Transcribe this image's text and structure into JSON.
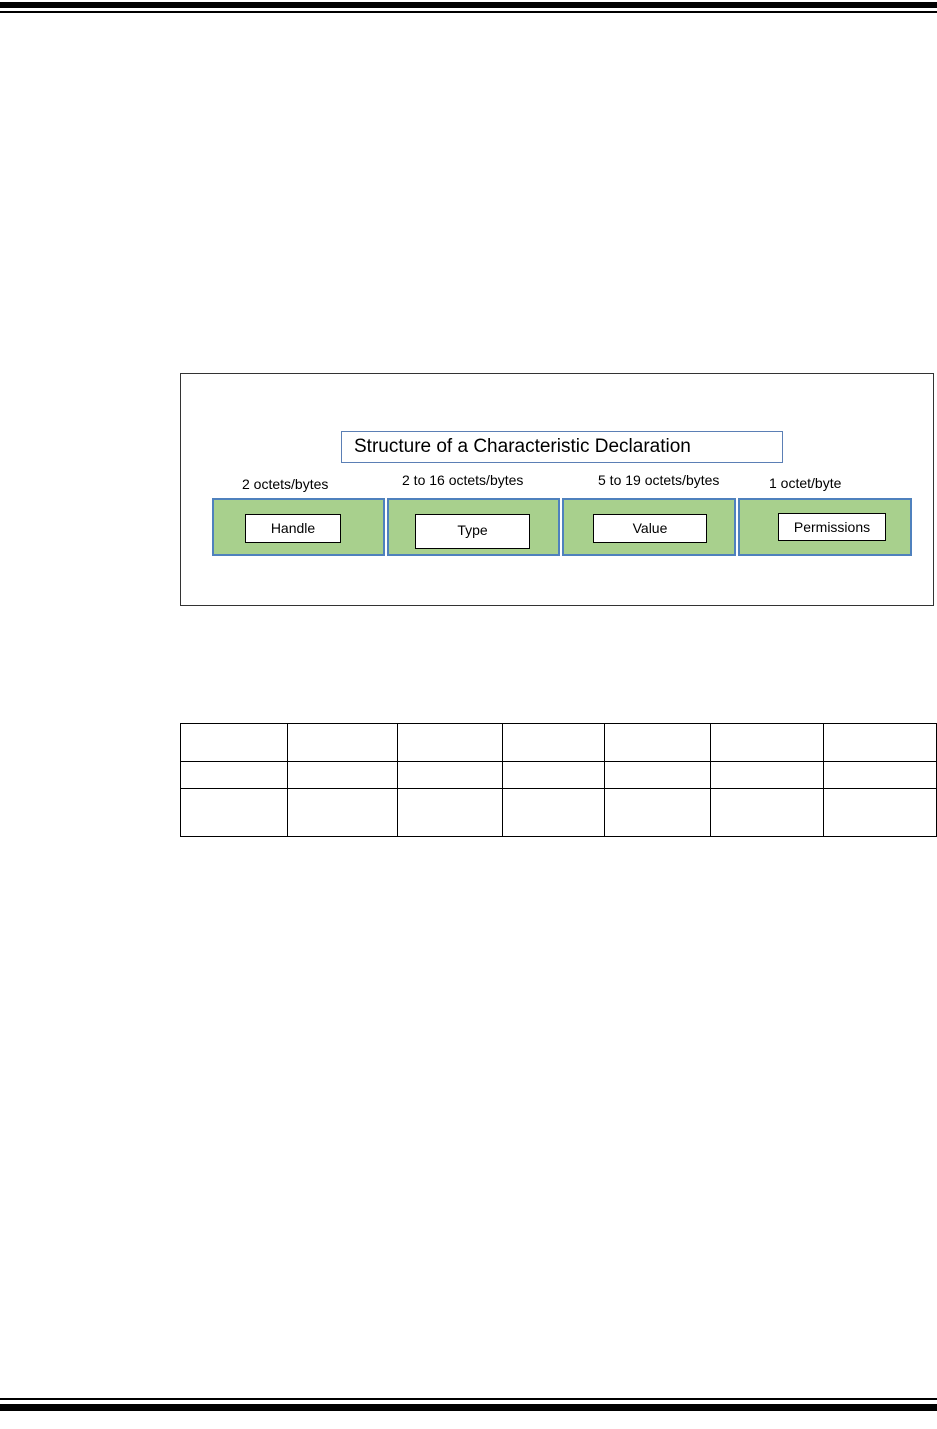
{
  "figure": {
    "title": "Structure of a Characteristic Declaration",
    "fields": [
      {
        "size": "2 octets/bytes",
        "name": "Handle"
      },
      {
        "size": "2 to 16 octets/bytes",
        "name": "Type"
      },
      {
        "size": "5 to 19 octets/bytes",
        "name": "Value"
      },
      {
        "size": "1 octet/byte",
        "name": "Permissions"
      }
    ],
    "colors": {
      "field_fill": "#a8d08d",
      "field_border": "#4f81bd",
      "title_border": "#5b7fb5"
    }
  },
  "table": {
    "rows": 3,
    "columns": 7
  }
}
